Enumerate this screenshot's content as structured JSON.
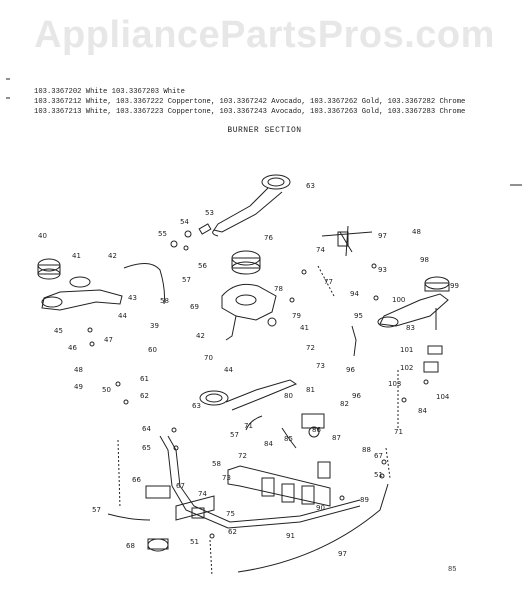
{
  "watermark": "AppliancePartsPros.com",
  "header": {
    "line1": "103.3367202 White 103.3367203 White",
    "line2": "103.3367212 White, 103.3367222 Coppertone, 103.3367242 Avocado, 103.3367262 Gold, 103.3367282 Chrome",
    "line3": "103.3367213 White, 103.3367223 Coppertone, 103.3367243 Avocado, 103.3367263 Gold, 103.3367283 Chrome"
  },
  "section_title": "BURNER SECTION",
  "page_number": "85",
  "callouts": [
    "63",
    "53",
    "54",
    "55",
    "76",
    "56",
    "57",
    "40",
    "41",
    "42",
    "58",
    "43",
    "44",
    "45",
    "46",
    "47",
    "39",
    "60",
    "48",
    "49",
    "50",
    "61",
    "62",
    "69",
    "78",
    "77",
    "42",
    "70",
    "79",
    "41",
    "72",
    "73",
    "44",
    "74",
    "97",
    "48",
    "98",
    "93",
    "99",
    "94",
    "100",
    "95",
    "83",
    "101",
    "102",
    "96",
    "103",
    "104",
    "84",
    "71",
    "80",
    "81",
    "82",
    "96",
    "63",
    "71",
    "57",
    "84",
    "85",
    "86",
    "87",
    "88",
    "64",
    "65",
    "58",
    "72",
    "67",
    "51",
    "66",
    "67",
    "89",
    "90",
    "73",
    "74",
    "75",
    "57",
    "62",
    "91",
    "68",
    "51",
    "97"
  ]
}
